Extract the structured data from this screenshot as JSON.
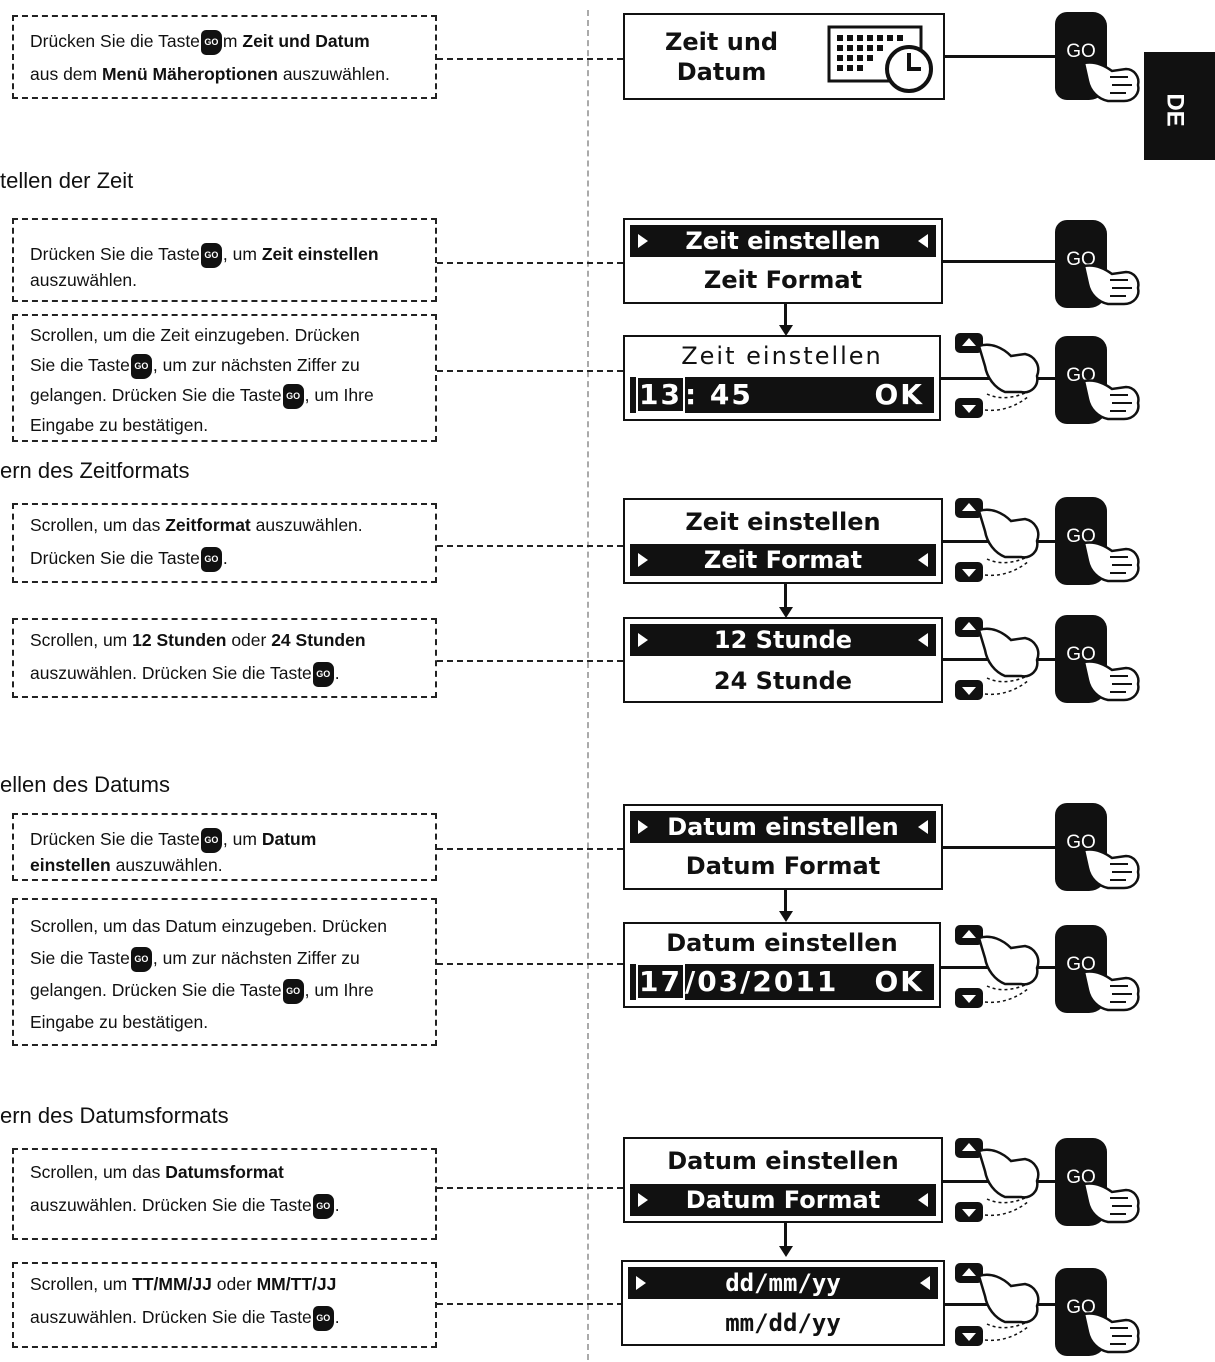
{
  "language_tab": "DE",
  "go_icon_label": "GO",
  "headings": {
    "time_setting": "tellen der Zeit",
    "time_format": "ern des Zeitformats",
    "date_setting": "ellen des Datums",
    "date_format": "ern des Datumsformats"
  },
  "instructions": {
    "s1": {
      "a": "Drücken Sie die Taste",
      "b": "m ",
      "c": "Zeit und Datum",
      "d": "aus dem ",
      "e": "Menü Mäheroptionen",
      "f": " auszuwählen."
    },
    "s2": {
      "a": "Drücken Sie die Taste",
      "b": ", um ",
      "c": "Zeit einstellen",
      "d": "auszuwählen."
    },
    "s3": {
      "a": "Scrollen, um die Zeit einzugeben. Drücken",
      "b": "Sie die Taste",
      "c": ", um zur nächsten Ziffer zu",
      "d": "gelangen. Drücken Sie die Taste",
      "e": ", um Ihre",
      "f": "Eingabe zu bestätigen."
    },
    "s4": {
      "a": "Scrollen, um das ",
      "b": "Zeitformat",
      "c": " auszuwählen.",
      "d": "Drücken Sie die Taste",
      "e": "."
    },
    "s5": {
      "a": "Scrollen, um ",
      "b": "12 Stunden",
      "c": " oder ",
      "d": "24 Stunden",
      "e": "auszuwählen. Drücken Sie die Taste",
      "f": "."
    },
    "s6": {
      "a": "Drücken Sie die Taste",
      "b": ", um ",
      "c": "Datum",
      "d": "einstellen",
      "e": " auszuwählen."
    },
    "s7": {
      "a": "Scrollen, um das Datum einzugeben. Drücken",
      "b": "Sie die Taste",
      "c": ", um zur nächsten Ziffer zu",
      "d": "gelangen. Drücken Sie die Taste",
      "e": ", um Ihre",
      "f": "Eingabe zu bestätigen."
    },
    "s8": {
      "a": "Scrollen, um das ",
      "b": "Datumsformat",
      "c": "auszuwählen. Drücken Sie die Taste",
      "d": "."
    },
    "s9": {
      "a": "Scrollen, um ",
      "b": "TT/MM/JJ",
      "c": " oder ",
      "d": "MM/TT/JJ",
      "e": "auszuwählen. Drücken Sie die Taste",
      "f": "."
    }
  },
  "screens": {
    "sc1": {
      "line1": "Zeit und",
      "line2": "Datum",
      "icon": "calendar-clock-icon"
    },
    "sc2": {
      "sel": "Zeit einstellen",
      "other": "Zeit Format"
    },
    "sc3": {
      "title": "Zeit einstellen",
      "digit": "13",
      "rest": ": 45",
      "ok": "OK"
    },
    "sc4": {
      "other": "Zeit einstellen",
      "sel": "Zeit Format"
    },
    "sc5": {
      "sel": "12 Stunde",
      "other": "24 Stunde"
    },
    "sc6": {
      "sel": "Datum einstellen",
      "other": "Datum Format"
    },
    "sc7": {
      "title": "Datum einstellen",
      "digit": "17",
      "rest": "/03/2011",
      "ok": "OK"
    },
    "sc8": {
      "other": "Datum einstellen",
      "sel": "Datum Format"
    },
    "sc9": {
      "sel": "dd/mm/yy",
      "other": "mm/dd/yy"
    }
  }
}
